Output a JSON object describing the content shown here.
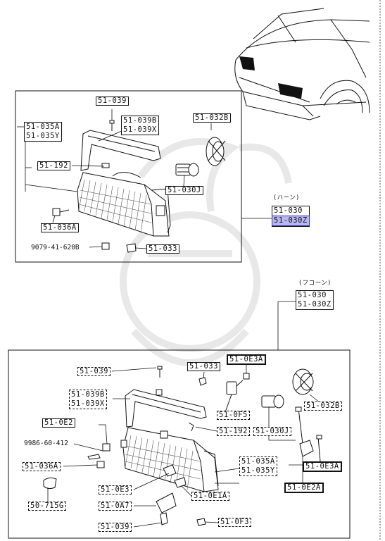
{
  "colors": {
    "line": "#111111",
    "highlight": "#b9b6f2",
    "highlight_border": "#3a34a8",
    "watermark": "#e6e6e6"
  },
  "top": {
    "tag": "(ハーン)",
    "labels": {
      "l1": "51-039",
      "l2": "51-039B",
      "l3": "51-039X",
      "l4": "51-035A",
      "l5": "51-035Y",
      "l6": "51-032B",
      "l7": "51-192",
      "l8": "51-030J",
      "l9": "51-036A",
      "l10": "9079-41-620B",
      "l11": "51-033",
      "l12": "51-030",
      "l13": "51-030Z"
    }
  },
  "bottom": {
    "tag": "(フコーン)",
    "labels": {
      "b1": "51-030",
      "b2": "51-030Z",
      "b3": "51-039",
      "b4": "51-033",
      "b5": "51-0E3A",
      "b6": "51-039B",
      "b7": "51-039X",
      "b8": "51-0F5",
      "b9": "51-032B",
      "b10": "51-0E2",
      "b11": "51-192",
      "b12": "51-030J",
      "b13": "9986-60-412",
      "b14": "51-036A",
      "b15": "51-035A",
      "b16": "51-035Y",
      "b17": "51-0E3A",
      "b18": "51-0E2A",
      "b19": "51-0E3",
      "b20": "51-0E1A",
      "b21": "50-715G",
      "b22": "51-0A7",
      "b23": "51-039",
      "b24": "51-0F3"
    }
  }
}
